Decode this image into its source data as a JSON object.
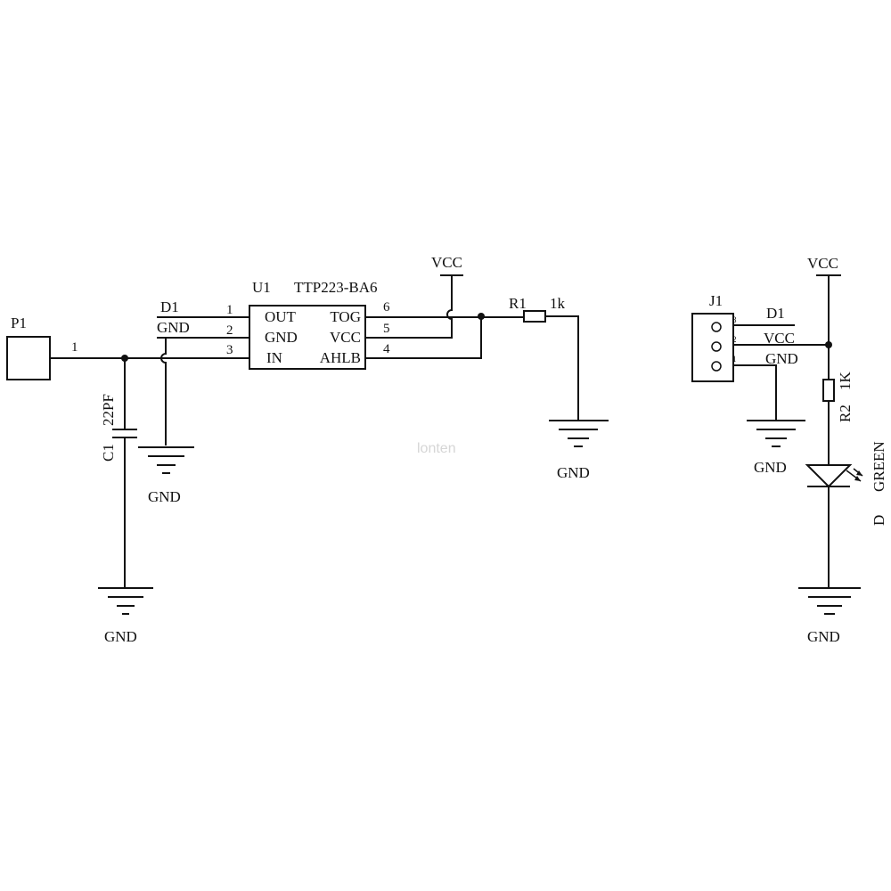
{
  "colors": {
    "ink": "#111111",
    "background": "#ffffff",
    "watermark": "#d6d6d6"
  },
  "p1": {
    "ref": "P1",
    "pin": "1"
  },
  "c1": {
    "ref": "C1",
    "value": "22PF"
  },
  "u1": {
    "ref": "U1",
    "part": "TTP223-BA6",
    "pins": [
      {
        "num": "1",
        "inner": "OUT",
        "net": "D1"
      },
      {
        "num": "2",
        "inner": "GND",
        "net": "GND"
      },
      {
        "num": "3",
        "inner": "IN",
        "net": ""
      },
      {
        "num": "6",
        "inner": "TOG",
        "net": ""
      },
      {
        "num": "5",
        "inner": "VCC",
        "net": ""
      },
      {
        "num": "4",
        "inner": "AHLB",
        "net": ""
      }
    ]
  },
  "r1": {
    "ref": "R1",
    "value": "1k"
  },
  "r2": {
    "ref": "R2",
    "value": "1K"
  },
  "j1": {
    "ref": "J1",
    "nets": [
      "D1",
      "VCC",
      "GND"
    ],
    "pin_marks": [
      "3",
      "2",
      "1"
    ]
  },
  "led": {
    "ref": "D",
    "value": "GREEN"
  },
  "nets": {
    "vcc_u1": "VCC",
    "vcc_led": "VCC",
    "gnd_c1": "GND",
    "gnd_u1": "GND",
    "gnd_r1": "GND",
    "gnd_j1": "GND",
    "gnd_led": "GND"
  },
  "watermark": "lonten"
}
